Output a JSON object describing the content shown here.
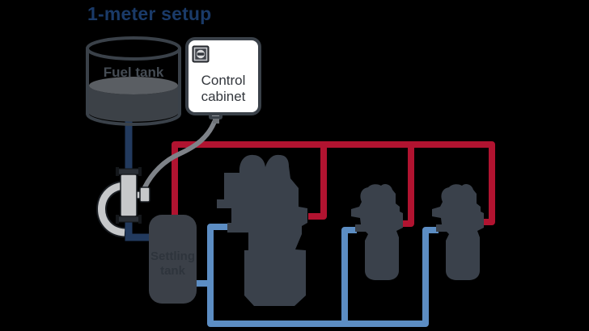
{
  "title": "1-meter setup",
  "fuel_tank": {
    "label": "Fuel tank"
  },
  "control_cabinet": {
    "line1": "Control",
    "line2": "cabinet"
  },
  "settling_tank": {
    "line1": "Settling",
    "line2": "tank"
  },
  "icons": {
    "cabinet_icon": "dial-knob-icon",
    "flow_meter": "coriolis-flow-meter-icon",
    "main_engine": "main-engine-silhouette",
    "auxiliary_engine_1": "auxiliary-engine-silhouette",
    "auxiliary_engine_2": "auxiliary-engine-silhouette"
  },
  "colors": {
    "background": "#000000",
    "title_blue": "#1a3a68",
    "pipe_supply_red": "#b11330",
    "pipe_return_blue": "#5c8dc3",
    "pipe_feed_navy": "#223a5e",
    "equipment_gray": "#3a414b",
    "tank_fill_gray": "#3b4048",
    "fuel_surface_gray": "#5a5e63",
    "fuel_body_gray": "#3c4147",
    "meter_light_gray": "#c6c8ca",
    "cable_gray": "#7e8288",
    "cabinet_white": "#ffffff"
  }
}
